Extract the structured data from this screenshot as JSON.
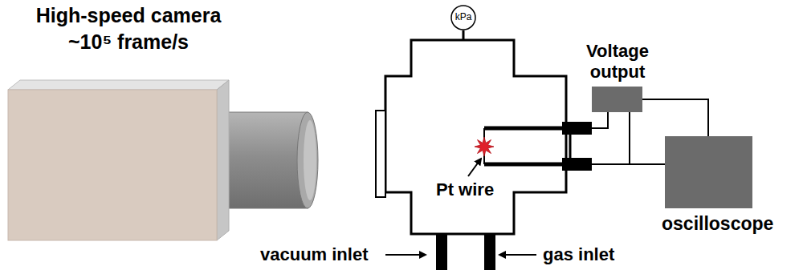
{
  "diagram": {
    "nodes": [
      {
        "text": [
          "High-speed camera",
          "~10⁵ frame/s"
        ]
      },
      {
        "text": [
          "kPa"
        ]
      },
      {
        "text": [
          "Pt wire"
        ]
      },
      {
        "text": [
          "Voltage output"
        ]
      },
      {
        "text": [
          "oscilloscope"
        ]
      }
    ],
    "edges": [
      {
        "from": 1,
        "to": 2,
        "arrow": "none"
      },
      {
        "from": 2,
        "to": 3,
        "arrow": "none"
      },
      {
        "from": 3,
        "to": 4,
        "arrow": "none"
      },
      {
        "from": 2,
        "to": 4,
        "arrow": "none"
      }
    ],
    "labels": [
      "vacuum inlet",
      "gas inlet"
    ]
  }
}
